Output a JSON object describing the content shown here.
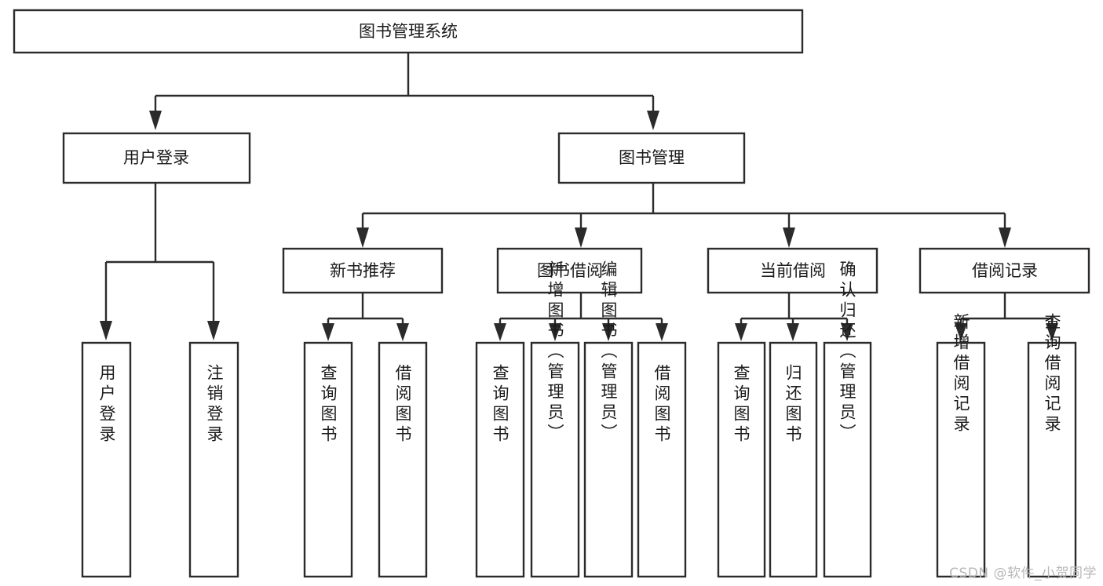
{
  "diagram": {
    "type": "tree-hierarchy",
    "title": "图书管理系统",
    "orientation": "top-down",
    "levels": 4,
    "root": {
      "id": "root",
      "label": "图书管理系统",
      "text_direction": "horizontal"
    },
    "level2": [
      {
        "id": "user-login",
        "label": "用户登录",
        "text_direction": "horizontal"
      },
      {
        "id": "book-manage",
        "label": "图书管理",
        "text_direction": "horizontal"
      }
    ],
    "level3": [
      {
        "id": "new-book-rec",
        "label": "新书推荐",
        "text_direction": "horizontal",
        "parent": "book-manage"
      },
      {
        "id": "book-borrow",
        "label": "图书借阅",
        "text_direction": "horizontal",
        "parent": "book-manage"
      },
      {
        "id": "current-borrow",
        "label": "当前借阅",
        "text_direction": "horizontal",
        "parent": "book-manage"
      },
      {
        "id": "borrow-record",
        "label": "借阅记录",
        "text_direction": "horizontal",
        "parent": "book-manage"
      }
    ],
    "leaves": {
      "user_login_children": [
        {
          "id": "leaf-user-login",
          "label": "用户登录",
          "text_direction": "vertical"
        },
        {
          "id": "leaf-logout",
          "label": "注销登录",
          "text_direction": "vertical"
        }
      ],
      "new_book_rec_children": [
        {
          "id": "leaf-query-book-1",
          "label": "查询图书",
          "text_direction": "vertical"
        },
        {
          "id": "leaf-borrow-book-1",
          "label": "借阅图书",
          "text_direction": "vertical"
        }
      ],
      "book_borrow_children": [
        {
          "id": "leaf-query-book-2",
          "label": "查询图书",
          "text_direction": "vertical"
        },
        {
          "id": "leaf-add-book",
          "label": "新增图书（管理员）",
          "text_direction": "vertical"
        },
        {
          "id": "leaf-edit-book",
          "label": "编辑图书（管理员）",
          "text_direction": "vertical"
        },
        {
          "id": "leaf-borrow-book-2",
          "label": "借阅图书",
          "text_direction": "vertical"
        }
      ],
      "current_borrow_children": [
        {
          "id": "leaf-query-book-3",
          "label": "查询图书",
          "text_direction": "vertical"
        },
        {
          "id": "leaf-return-book",
          "label": "归还图书",
          "text_direction": "vertical"
        },
        {
          "id": "leaf-confirm-return",
          "label": "确认归还（管理员）",
          "text_direction": "vertical"
        }
      ],
      "borrow_record_children": [
        {
          "id": "leaf-add-record",
          "label": "新增借阅记录",
          "text_direction": "vertical"
        },
        {
          "id": "leaf-query-record",
          "label": "查询借阅记录",
          "text_direction": "vertical"
        }
      ]
    },
    "colors": {
      "box_stroke": "#2b2b2b",
      "box_fill": "#ffffff",
      "connector": "#2b2b2b",
      "text": "#1b1b1b",
      "background": "#ffffff",
      "watermark": "#b8b8b8"
    }
  },
  "watermark": {
    "text": "CSDN @软件_小贺同学"
  }
}
